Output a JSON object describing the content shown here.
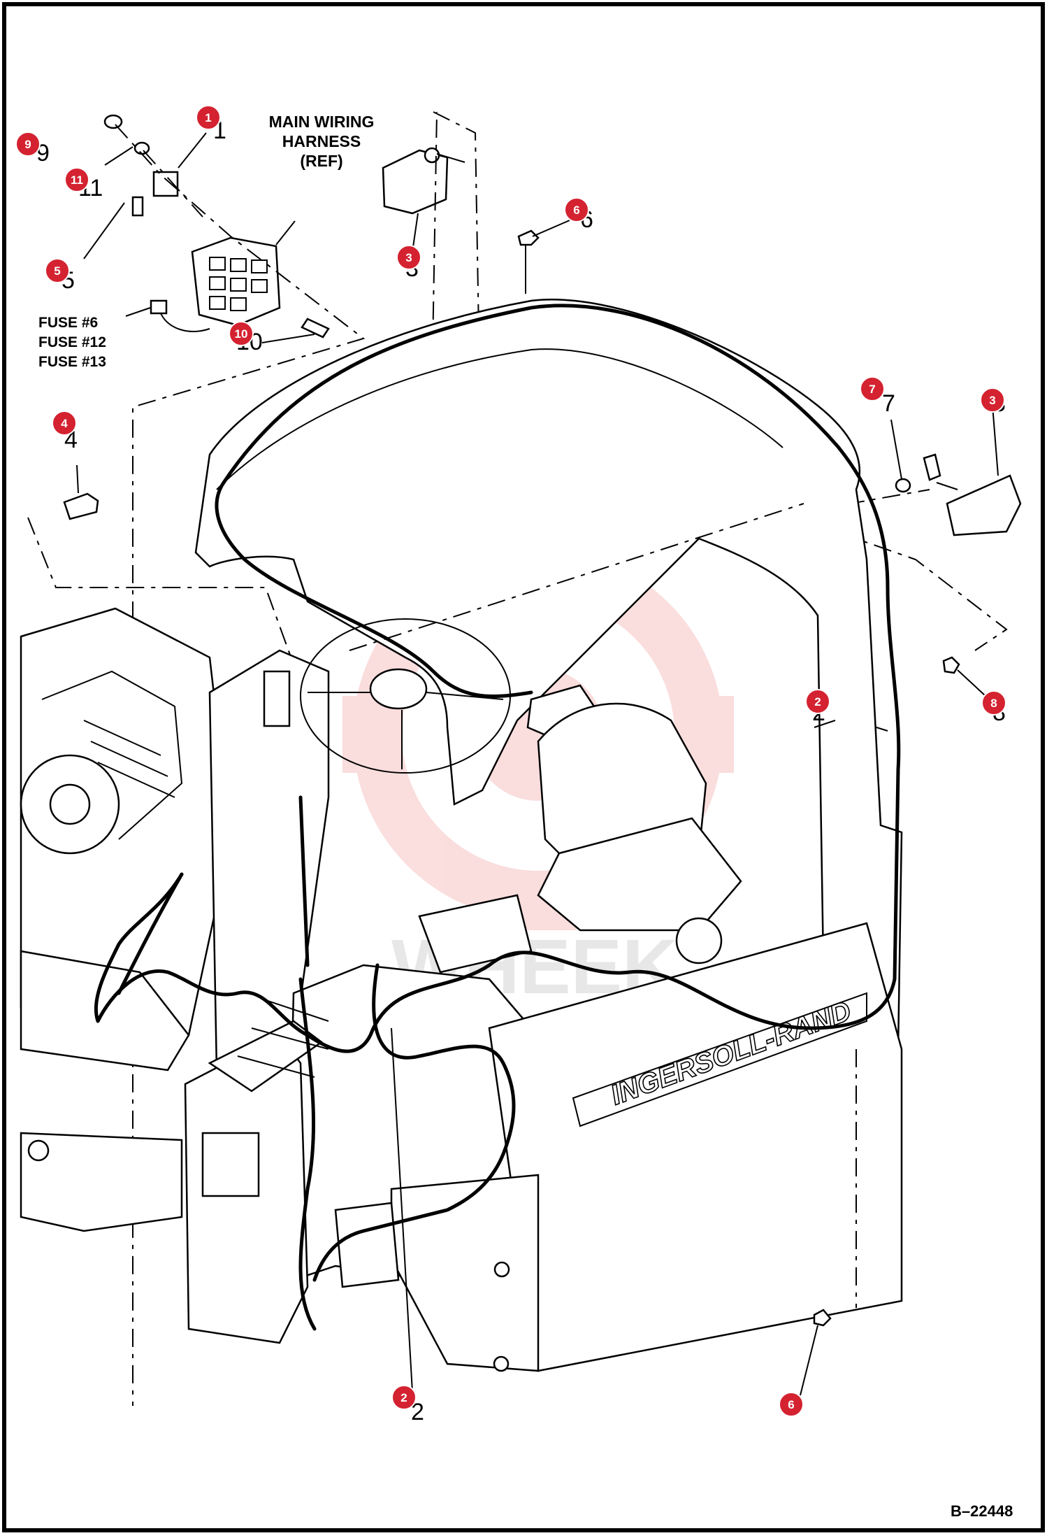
{
  "diagram": {
    "ref_label": "MAIN WIRING HARNESS (REF)",
    "ref_lines": [
      "MAIN WIRING",
      "HARNESS",
      "(REF)"
    ],
    "fuse_labels": [
      "FUSE #6",
      "FUSE #12",
      "FUSE #13"
    ],
    "drawing_number": "B–22448",
    "brand_text": "INGERSOLL-RAND",
    "watermark_text": "WHEEK",
    "callouts": [
      {
        "id": "callout-1",
        "number": "1"
      },
      {
        "id": "callout-9",
        "number": "9"
      },
      {
        "id": "callout-11",
        "number": "11"
      },
      {
        "id": "callout-5",
        "number": "5"
      },
      {
        "id": "callout-10",
        "number": "10"
      },
      {
        "id": "callout-3a",
        "number": "3"
      },
      {
        "id": "callout-6a",
        "number": "6"
      },
      {
        "id": "callout-4",
        "number": "4"
      },
      {
        "id": "callout-7",
        "number": "7"
      },
      {
        "id": "callout-3b",
        "number": "3"
      },
      {
        "id": "callout-8",
        "number": "8"
      },
      {
        "id": "callout-2a",
        "number": "2"
      },
      {
        "id": "callout-2b",
        "number": "2"
      },
      {
        "id": "callout-6b",
        "number": "6"
      }
    ],
    "colors": {
      "callout": "#d42230",
      "line": "#000000",
      "watermark": "#e84a4a"
    }
  }
}
